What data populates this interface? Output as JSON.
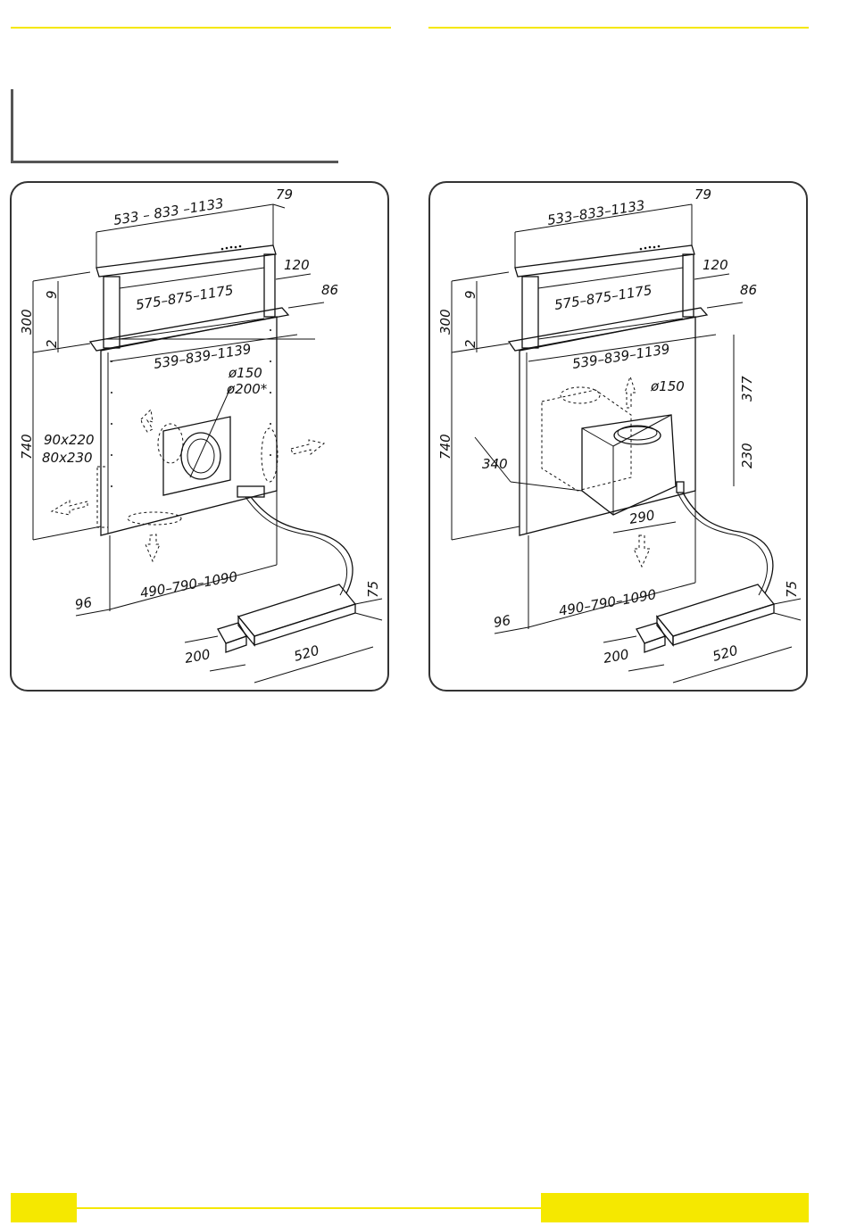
{
  "colors": {
    "accent": "#f5e800",
    "line": "#111111",
    "frame": "#333333"
  },
  "diagrams": [
    {
      "width_label": "533  –  833  –1133",
      "depth_top": "79",
      "depth_2": "120",
      "depth_3": "86",
      "inner_width": "575–875–1175",
      "base_width": "539–839–1139",
      "height_total": "300",
      "height_9": "9",
      "height_2": "2",
      "body_height": "740",
      "opening_1": "90x220",
      "opening_2": "80x230",
      "duct_1": "ø150",
      "duct_2": "ø200*",
      "bottom_width": "490–790–1090",
      "side_offset": "96",
      "motor_height": "75",
      "motor_depth": "200",
      "motor_length": "520"
    },
    {
      "width_label": "533–833–1133",
      "depth_top": "79",
      "depth_2": "120",
      "depth_3": "86",
      "inner_width": "575–875–1175",
      "base_width": "539–839–1139",
      "height_total": "300",
      "height_9": "9",
      "height_2": "2",
      "body_height": "740",
      "duct_1": "ø150",
      "filter_height": "377",
      "filter_depth": "340",
      "filter_height_2": "230",
      "filter_width": "290",
      "bottom_width": "490–790–1090",
      "side_offset": "96",
      "motor_height": "75",
      "motor_depth": "200",
      "motor_length": "520"
    }
  ]
}
